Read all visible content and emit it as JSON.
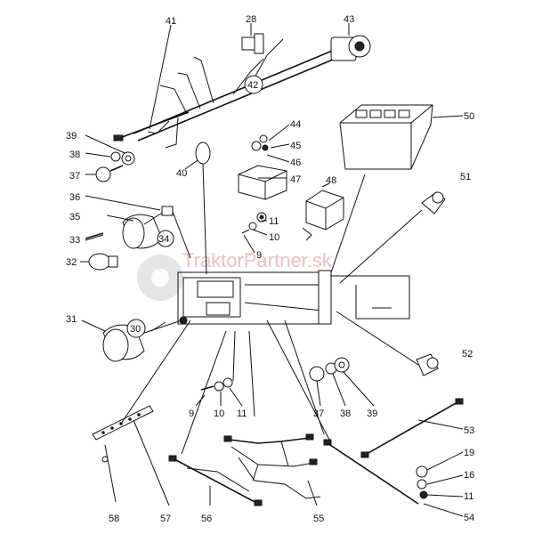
{
  "watermark": "TraktorPartner.sk",
  "callouts": {
    "c9a": "9",
    "c10a": "10",
    "c11a": "11",
    "c9b": "9",
    "c10b": "10",
    "c11b": "11",
    "c11c": "11",
    "c16": "16",
    "c19": "19",
    "c28": "28",
    "c30": "30",
    "c31": "31",
    "c32": "32",
    "c33": "33",
    "c34": "34",
    "c35": "35",
    "c36": "36",
    "c37a": "37",
    "c37b": "37",
    "c38a": "38",
    "c38b": "38",
    "c39a": "39",
    "c39b": "39",
    "c40": "40",
    "c41": "41",
    "c42": "42",
    "c43": "43",
    "c44": "44",
    "c45": "45",
    "c46": "46",
    "c47": "47",
    "c48": "48",
    "c50": "50",
    "c51": "51",
    "c52": "52",
    "c53": "53",
    "c54": "54",
    "c55": "55",
    "c56": "56",
    "c57": "57",
    "c58": "58"
  }
}
